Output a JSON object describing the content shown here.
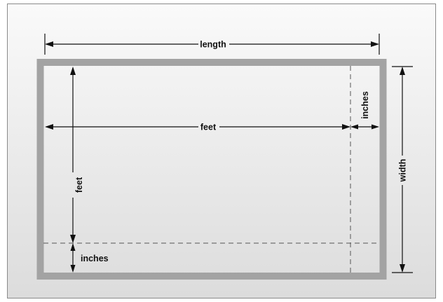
{
  "labels": {
    "length": "length",
    "width": "width",
    "feet_horizontal": "feet",
    "feet_vertical": "feet",
    "inches_horizontal": "inches",
    "inches_vertical": "inches"
  },
  "colors": {
    "background_top": "#fafafa",
    "background_bottom": "#dcdcdc",
    "frame": "#a3a3a3",
    "line": "#111111",
    "dashed_line": "#555555"
  }
}
